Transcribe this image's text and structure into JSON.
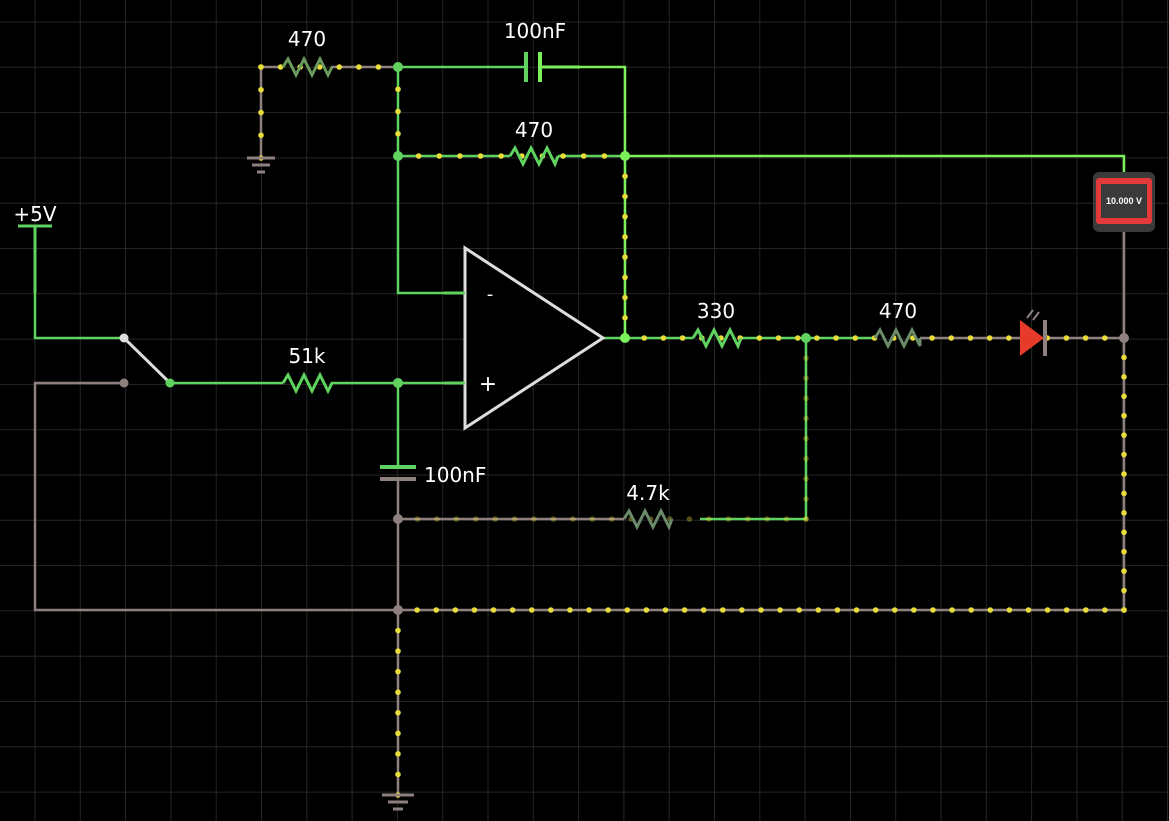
{
  "labels": {
    "supply": "+5V",
    "r_ground_top": "470",
    "c_top": "100nF",
    "r_feedback": "470",
    "r_input": "51k",
    "c_bottom": "100nF",
    "r_output": "330",
    "r_led": "470",
    "r_bottom": "4.7k",
    "opamp_minus": "-",
    "opamp_plus": "+",
    "meter_value": "10.000 V"
  },
  "colors": {
    "background": "#000000",
    "grid": "#2a2a2a",
    "wire_active": "#5fd25f",
    "wire_bright": "#7cf05a",
    "wire_ground": "#8f8080",
    "current_dot": "#e8dc3a",
    "opamp": "#dddddd",
    "led": "#e63a2a",
    "meter_body": "#e23a3a",
    "meter_screen": "#3a3a3a"
  },
  "icons": {
    "ground": "ground-icon",
    "supply": "supply-rail-icon",
    "switch": "spdt-switch-icon",
    "opamp": "opamp-triangle-icon",
    "led": "led-icon",
    "meter": "voltmeter-icon"
  }
}
